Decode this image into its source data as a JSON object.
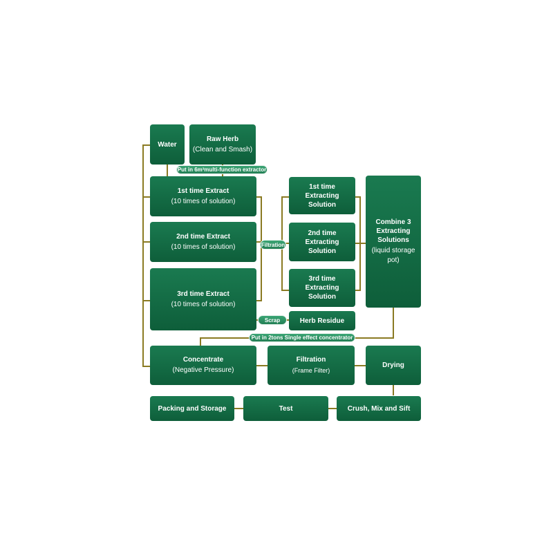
{
  "colors": {
    "box": "#0e5e3a",
    "pill": "#2d8f62",
    "line": "#8a7a22"
  },
  "nodes": {
    "water": {
      "title": "Water"
    },
    "raw_herb": {
      "title": "Raw Herb",
      "sub": "(Clean and Smash)"
    },
    "extract1": {
      "title": "1st time Extract",
      "sub": "(10 times of solution)"
    },
    "extract2": {
      "title": "2nd time Extract",
      "sub": "(10 times of solution)"
    },
    "extract3": {
      "title": "3rd time Extract",
      "sub": "(10 times of solution)"
    },
    "solution1": {
      "title": "1st time Extracting Solution"
    },
    "solution2": {
      "title": "2nd time Extracting Solution"
    },
    "solution3": {
      "title": "3rd time Extracting Solution"
    },
    "combine": {
      "title": "Combine 3 Extracting Solutions",
      "sub": "(liquid storage pot)"
    },
    "herb_residue": {
      "title": "Herb Residue"
    },
    "concentrate": {
      "title": "Concentrate",
      "sub": "(Negative  Pressure)"
    },
    "filtration_frame": {
      "title": "Filtration",
      "sub": "(Frame Filter)"
    },
    "drying": {
      "title": "Drying"
    },
    "packing": {
      "title": "Packing and Storage"
    },
    "test": {
      "title": "Test"
    },
    "crush": {
      "title": "Crush, Mix and Sift"
    }
  },
  "labels": {
    "extractor": "Put in 6m³multi-function extractor",
    "filtration": "Filtration",
    "scrap": "Scrap",
    "concentrator": "Put in 2tons Single effect concentrator"
  }
}
